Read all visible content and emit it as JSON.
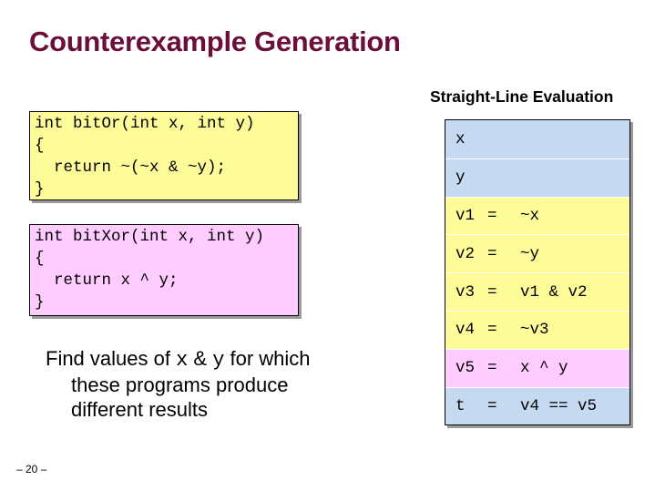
{
  "slide": {
    "title": "Counterexample Generation",
    "page_number": "– 20 –"
  },
  "code_bitor": {
    "lines": [
      "int bitOr(int x, int y)",
      "{",
      "  return ~(~x & ~y);",
      "}"
    ]
  },
  "code_bitxor": {
    "lines": [
      "int bitXor(int x, int y)",
      "{",
      "  return x ^ y;",
      "}"
    ]
  },
  "prose": {
    "part1": "Find values of ",
    "x": "x",
    "amp": " & ",
    "y": "y",
    "part2": " for which",
    "line2": "these programs produce",
    "line3": "different results"
  },
  "straight_line": {
    "title": "Straight-Line Evaluation",
    "rows": [
      {
        "var": "x",
        "eq": "",
        "expr": ""
      },
      {
        "var": "y",
        "eq": "",
        "expr": ""
      },
      {
        "var": "v1",
        "eq": "=",
        "expr": "~x"
      },
      {
        "var": "v2",
        "eq": "=",
        "expr": "~y"
      },
      {
        "var": "v3",
        "eq": "=",
        "expr": "v1 & v2"
      },
      {
        "var": "v4",
        "eq": "=",
        "expr": "~v3"
      },
      {
        "var": "v5",
        "eq": "=",
        "expr": "x ^ y"
      },
      {
        "var": "t",
        "eq": "=",
        "expr": "v4 == v5"
      }
    ]
  },
  "colors": {
    "title": "#6b0f3a",
    "bitor_box": "#fdfc99",
    "bitxor_box": "#ffccff",
    "input_rows": "#c5d9f1"
  }
}
